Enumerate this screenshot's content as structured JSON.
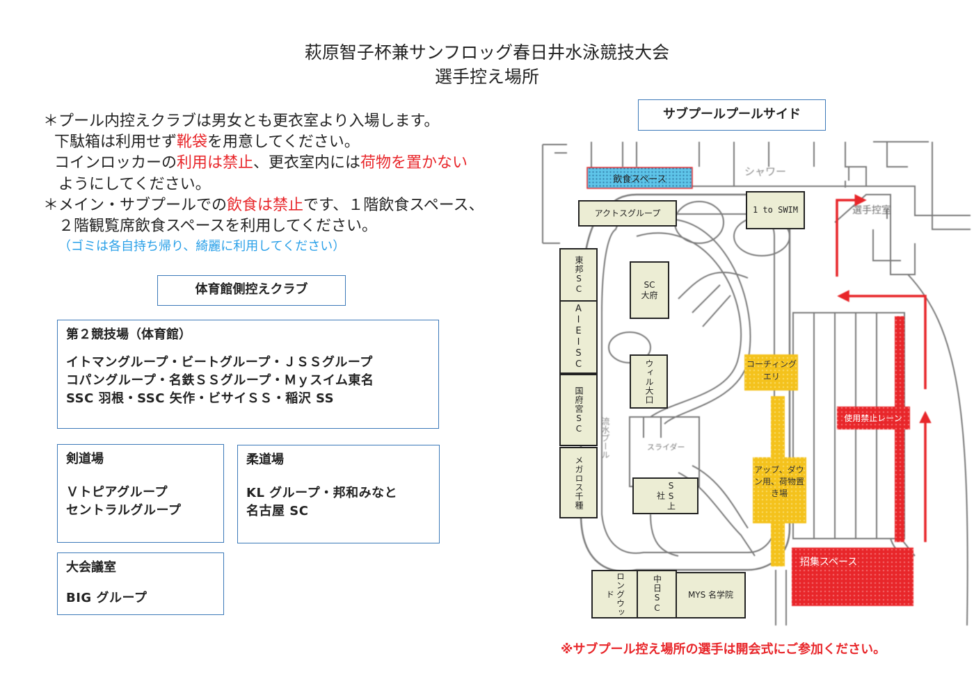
{
  "title": {
    "line1": "萩原智子杯兼サンフロッグ春日井水泳競技大会",
    "line2": "選手控え場所"
  },
  "rules": {
    "l1": "＊プール内控えクラブは男女とも更衣室より入場します。",
    "l2a": "下駄箱は利用せず",
    "l2b": "靴袋",
    "l2c": "を用意してください。",
    "l3a": "コインロッカーの",
    "l3b": "利用は禁止",
    "l3c": "、更衣室内には",
    "l3d": "荷物を置かない",
    "l4": "ようにしてください。",
    "l5a": "＊メイン・サブプールでの",
    "l5b": "飲食は禁止",
    "l5c": "です、１階飲食スペース、",
    "l6": "２階観覧席飲食スペースを利用してください。",
    "l7": "（ゴミは各自持ち帰り、綺麗に利用してください）"
  },
  "gym_header": "体育館側控えクラブ",
  "rooms": {
    "r2": {
      "title": "第２競技場（体育館）",
      "l1": "イトマングループ・ビートグループ・ＪＳＳグループ",
      "l2": "コパングループ・名鉄ＳＳグループ・Ｍｙスイム東名",
      "l3": "SSC 羽根・SSC 矢作・ビサイＳＳ・稲沢 SS"
    },
    "kendo": {
      "title": "剣道場",
      "l1": "Ｖトピアグループ",
      "l2": "セントラルグループ"
    },
    "judo": {
      "title": "柔道場",
      "l1": "KL グループ・邦和みなと",
      "l2": "名古屋 SC"
    },
    "kaigi": {
      "title": "大会議室",
      "l1": "BIG グループ"
    }
  },
  "sub_header": "サブプールプールサイド",
  "map_labels": {
    "eating": "飲食スペース",
    "acts": "アクトスグループ",
    "toswim": "1 to SWIM",
    "toho": "東邦SC",
    "aiei": "AIEISC",
    "kokufu": "国府宮SC",
    "megalos": "メガロス千種",
    "obu": "SC\n大府",
    "will": "ウィル大口",
    "kamiyashiro": "SS上社",
    "longwood": "ロングウッド",
    "chunichi": "中日SC",
    "mys": "MYS 名学院",
    "coaching": "コーチィングエリ",
    "upzone": "アップ、ダウン用、荷物置き場",
    "banned": "使用禁止レーン",
    "call": "招集スペース",
    "shower": "シャワー",
    "senshu": "選手控室",
    "slider": "スライダー",
    "pool_text": "流水プール"
  },
  "notice": "※サブプール控え場所の選手は開会式にご参加ください。",
  "colors": {
    "red": "#e8262a",
    "blue": "#2aa0e8",
    "frame": "#3a78b8",
    "label_bg": "#ecedd4",
    "yellow": "#f4c21c"
  }
}
